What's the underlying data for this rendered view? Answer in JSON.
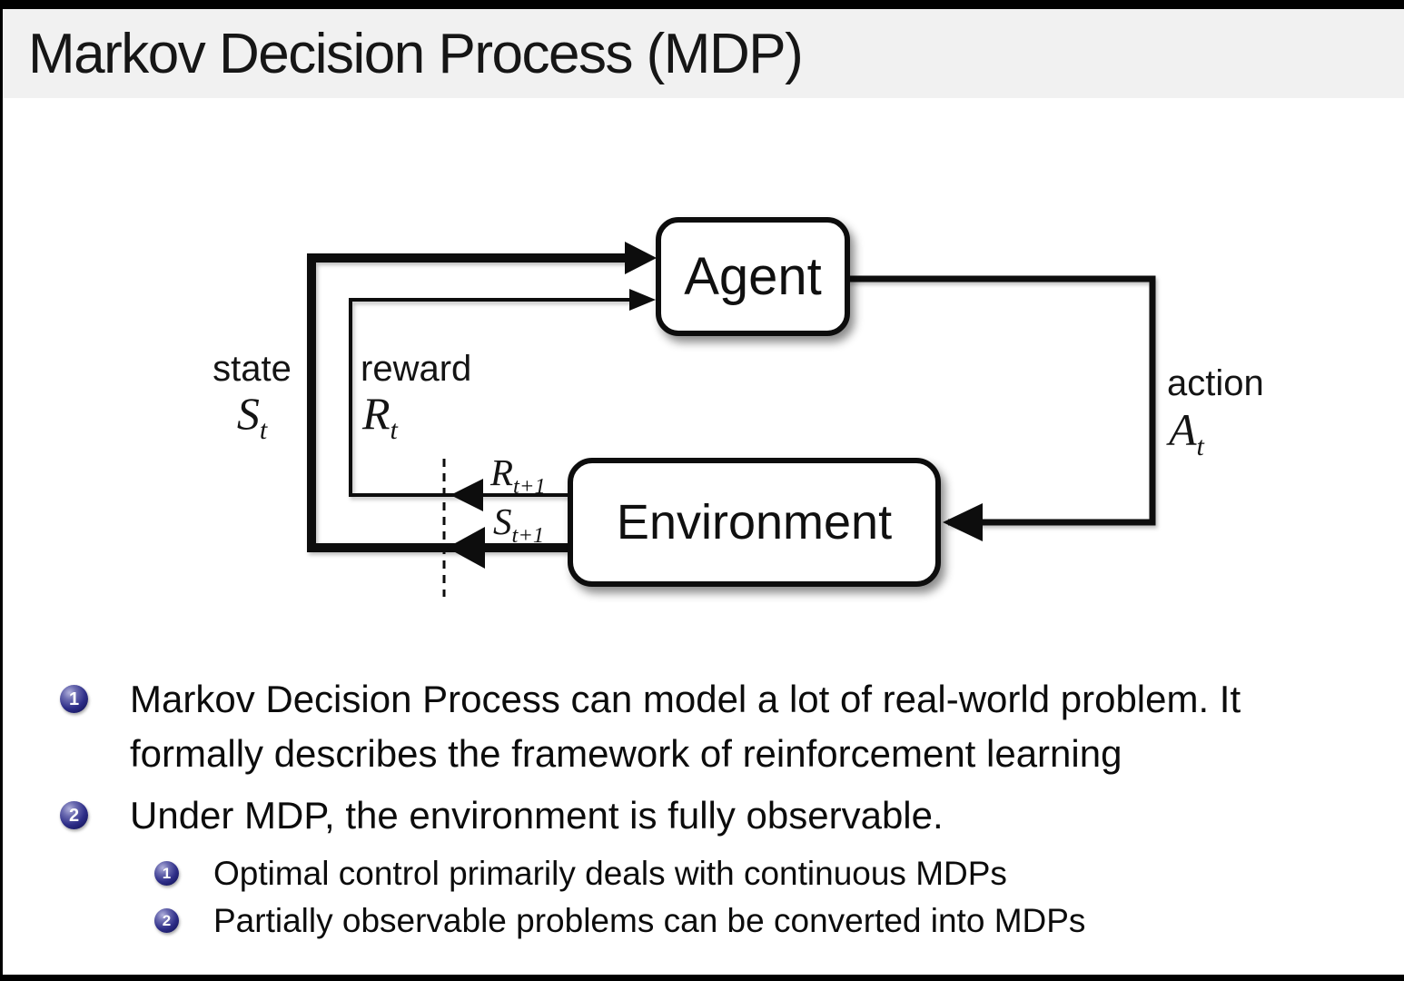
{
  "slide": {
    "title": "Markov Decision Process (MDP)"
  },
  "diagram": {
    "agent_label": "Agent",
    "environment_label": "Environment",
    "labels": {
      "state_caption": "state",
      "reward_caption": "reward",
      "action_caption": "action"
    },
    "math": {
      "state": {
        "sym": "S",
        "sub": "t"
      },
      "reward": {
        "sym": "R",
        "sub": "t"
      },
      "action": {
        "sym": "A",
        "sub": "t"
      },
      "next_reward": {
        "sym": "R",
        "sub": "t+1"
      },
      "next_state": {
        "sym": "S",
        "sub": "t+1"
      }
    }
  },
  "bullets": [
    {
      "marker": "1",
      "lines": [
        "Markov Decision Process can model a lot of real-world problem. It",
        "formally describes the framework of reinforcement learning"
      ],
      "children": []
    },
    {
      "marker": "2",
      "lines": [
        "Under MDP, the environment is fully observable."
      ],
      "children": [
        {
          "marker": "1",
          "lines": [
            "Optimal control primarily deals with continuous MDPs"
          ]
        },
        {
          "marker": "2",
          "lines": [
            "Partially observable problems can be converted into MDPs"
          ]
        }
      ]
    }
  ],
  "colors": {
    "background": "#ffffff",
    "title_bar_bg": "#f1f1f1",
    "frame_black": "#000000",
    "text": "#0c0c0c",
    "diagram_line": "#0d0d0d",
    "ball_blue": "#23237a"
  }
}
